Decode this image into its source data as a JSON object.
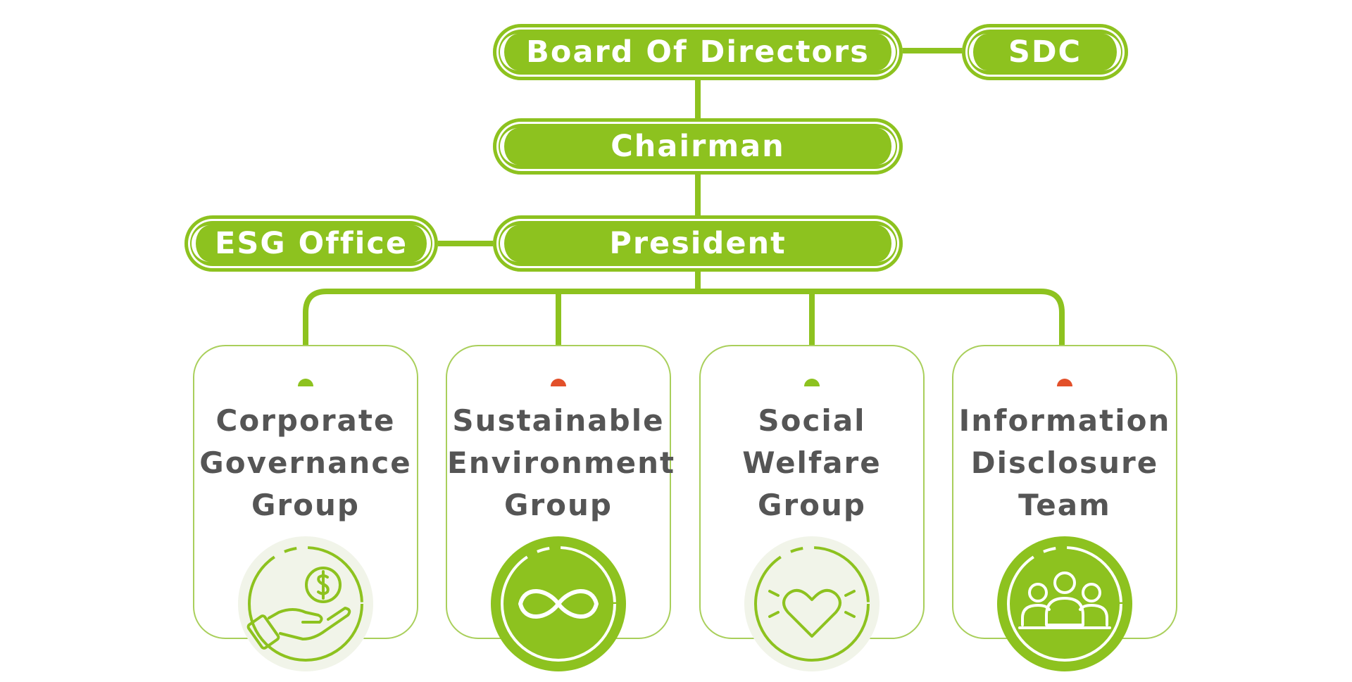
{
  "colors": {
    "green": "#8dc21f",
    "card_border": "#a9cf5b",
    "dot_red": "#e2502a",
    "text_gray": "#555555",
    "pale_fill": "#f1f4e9"
  },
  "nodes": {
    "board": "Board Of Directors",
    "sdc": "SDC",
    "chairman": "Chairman",
    "president": "President",
    "esg_office": "ESG Office"
  },
  "groups": [
    {
      "title_lines": [
        "Corporate",
        "Governance",
        "Group"
      ],
      "icon": "hand-dollar-coin-icon",
      "dot_color": "#8dc21f",
      "emblem_style": "pale"
    },
    {
      "title_lines": [
        "Sustainable",
        "Environment",
        "Group"
      ],
      "icon": "infinity-icon",
      "dot_color": "#e2502a",
      "emblem_style": "solid"
    },
    {
      "title_lines": [
        "Social",
        "Welfare",
        "Group"
      ],
      "icon": "heart-icon",
      "dot_color": "#8dc21f",
      "emblem_style": "pale"
    },
    {
      "title_lines": [
        "Information",
        "Disclosure",
        "Team"
      ],
      "icon": "team-people-icon",
      "dot_color": "#e2502a",
      "emblem_style": "solid"
    }
  ]
}
